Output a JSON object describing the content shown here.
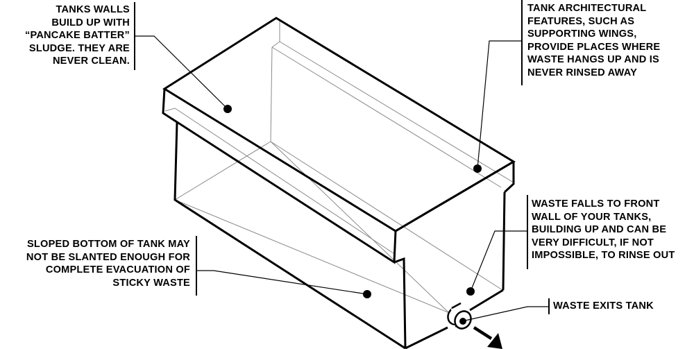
{
  "callouts": {
    "tank_walls": {
      "lines": [
        "TANKS WALLS",
        "BUILD UP WITH",
        "“PANCAKE BATTER”",
        "SLUDGE. THEY ARE",
        "NEVER CLEAN."
      ]
    },
    "architectural": {
      "lines": [
        "TANK ARCHITECTURAL",
        "FEATURES, SUCH AS",
        "SUPPORTING WINGS,",
        "PROVIDE PLACES WHERE",
        "WASTE HANGS UP AND IS",
        "NEVER RINSED AWAY"
      ]
    },
    "front_wall": {
      "lines": [
        "WASTE FALLS TO FRONT",
        "WALL OF YOUR TANKS,",
        "BUILDING UP AND CAN BE",
        "VERY DIFFICULT, IF NOT",
        "IMPOSSIBLE, TO RINSE OUT"
      ]
    },
    "sloped_bottom": {
      "lines": [
        "SLOPED BOTTOM OF TANK MAY",
        "NOT BE SLANTED ENOUGH FOR",
        "COMPLETE EVACUATION OF",
        "STICKY WASTE"
      ]
    },
    "exit": {
      "lines": [
        "WASTE EXITS TANK"
      ]
    }
  },
  "colors": {
    "ink": "#000000",
    "hidden_lines": "#8a8a8a",
    "background": "#ffffff"
  }
}
